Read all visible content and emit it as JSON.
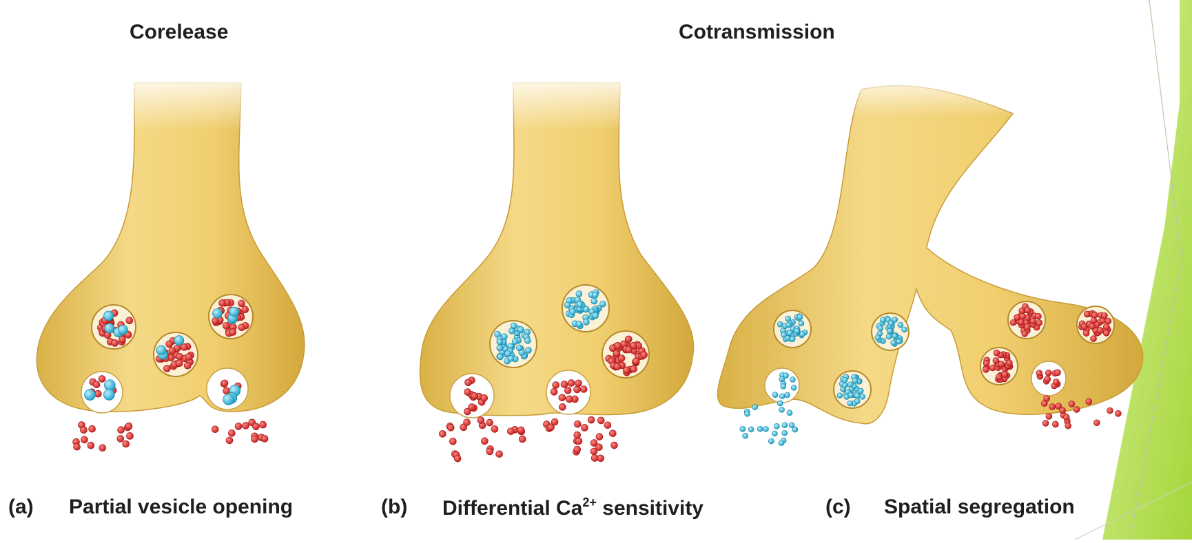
{
  "headings": {
    "corelease": "Corelease",
    "cotransmission": "Cotransmission"
  },
  "captions": {
    "a": {
      "letter": "(a)",
      "text": "Partial vesicle opening"
    },
    "b": {
      "letter": "(b)",
      "text_before": "Differential Ca",
      "superscript": "2+",
      "text_after": " sensitivity"
    },
    "c": {
      "letter": "(c)",
      "text": "Spatial segregation"
    }
  },
  "colors": {
    "terminal_light": "#f7dc8a",
    "terminal_dark": "#d9b146",
    "vesicle_outline": "#b58a2a",
    "red_transmitter": "#d7282b",
    "blue_transmitter": "#36b8d9",
    "slide_green_light": "#cde985",
    "slide_green_dark": "#9ccf2e"
  }
}
